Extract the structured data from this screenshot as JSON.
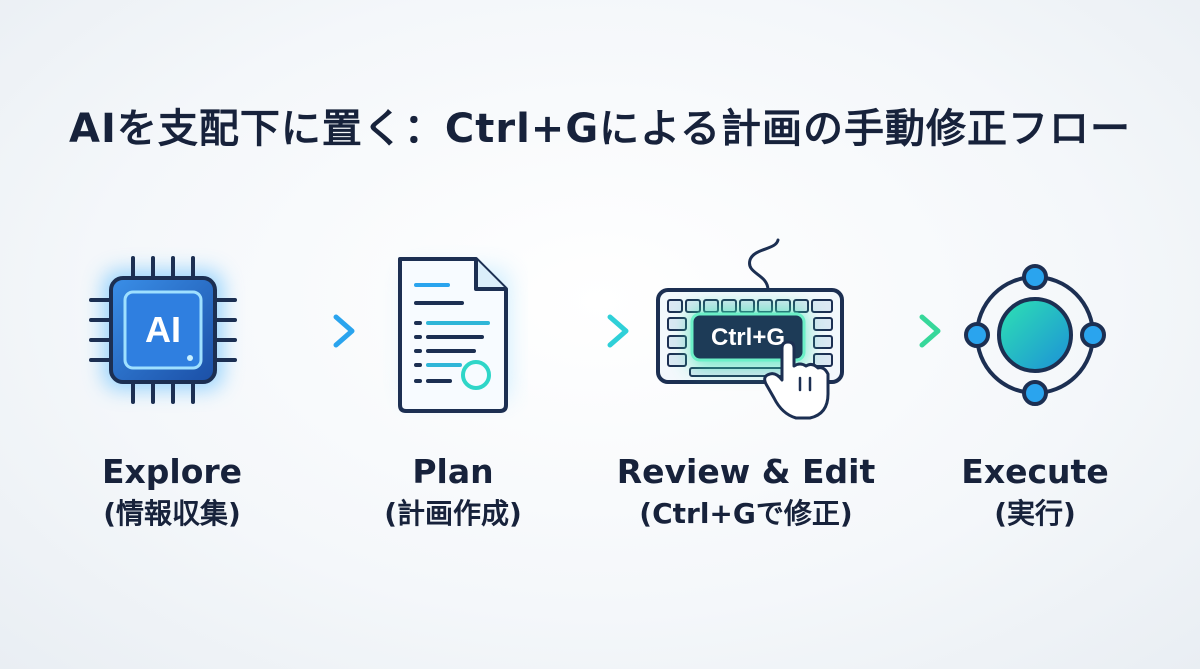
{
  "title": "AIを支配下に置く：Ctrl+Gによる計画の手動修正フロー",
  "steps": [
    {
      "name": "Explore",
      "sub": "(情報収集)",
      "icon": "ai-chip-icon",
      "chip_text": "AI"
    },
    {
      "name": "Plan",
      "sub": "(計画作成)",
      "icon": "document-icon"
    },
    {
      "name": "Review & Edit",
      "sub": "(Ctrl+Gで修正)",
      "icon": "keyboard-icon",
      "key_text": "Ctrl+G"
    },
    {
      "name": "Execute",
      "sub": "(実行)",
      "icon": "orbit-icon"
    }
  ],
  "colors": {
    "dark": "#17223b",
    "blue": "#2aa4ee",
    "cyan": "#2fd6c8",
    "green": "#37d79a"
  }
}
